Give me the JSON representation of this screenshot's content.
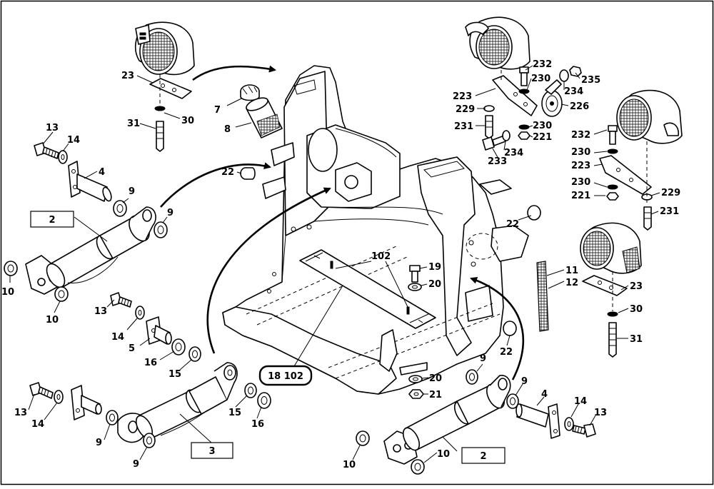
{
  "callouts": [
    {
      "id": "c23a",
      "text": "23"
    },
    {
      "id": "c30a",
      "text": "30"
    },
    {
      "id": "c31a",
      "text": "31"
    },
    {
      "id": "c7",
      "text": "7"
    },
    {
      "id": "c8",
      "text": "8"
    },
    {
      "id": "c22a",
      "text": "22"
    },
    {
      "id": "c13a",
      "text": "13"
    },
    {
      "id": "c14a",
      "text": "14"
    },
    {
      "id": "c4a",
      "text": "4"
    },
    {
      "id": "c9a",
      "text": "9"
    },
    {
      "id": "c9b",
      "text": "9"
    },
    {
      "id": "c10a",
      "text": "10"
    },
    {
      "id": "c10b",
      "text": "10"
    },
    {
      "id": "c13b",
      "text": "13"
    },
    {
      "id": "c14b",
      "text": "14"
    },
    {
      "id": "c5",
      "text": "5"
    },
    {
      "id": "c16a",
      "text": "16"
    },
    {
      "id": "c15a",
      "text": "15"
    },
    {
      "id": "c13c",
      "text": "13"
    },
    {
      "id": "c14c",
      "text": "14"
    },
    {
      "id": "c9c",
      "text": "9"
    },
    {
      "id": "c9d",
      "text": "9"
    },
    {
      "id": "c15b",
      "text": "15"
    },
    {
      "id": "c16b",
      "text": "16"
    },
    {
      "id": "c102",
      "text": "102"
    },
    {
      "id": "c19",
      "text": "19"
    },
    {
      "id": "c20a",
      "text": "20"
    },
    {
      "id": "c20b",
      "text": "20"
    },
    {
      "id": "c21",
      "text": "21"
    },
    {
      "id": "c22b",
      "text": "22"
    },
    {
      "id": "c22c",
      "text": "22"
    },
    {
      "id": "c11",
      "text": "11"
    },
    {
      "id": "c12",
      "text": "12"
    },
    {
      "id": "c9e",
      "text": "9"
    },
    {
      "id": "c9f",
      "text": "9"
    },
    {
      "id": "c4b",
      "text": "4"
    },
    {
      "id": "c14d",
      "text": "14"
    },
    {
      "id": "c13d",
      "text": "13"
    },
    {
      "id": "c10c",
      "text": "10"
    },
    {
      "id": "c10d",
      "text": "10"
    },
    {
      "id": "c223a",
      "text": "223"
    },
    {
      "id": "c229a",
      "text": "229"
    },
    {
      "id": "c231a",
      "text": "231"
    },
    {
      "id": "c233",
      "text": "233"
    },
    {
      "id": "c234a",
      "text": "234"
    },
    {
      "id": "c232a",
      "text": "232"
    },
    {
      "id": "c230a",
      "text": "230"
    },
    {
      "id": "c235",
      "text": "235"
    },
    {
      "id": "c234b",
      "text": "234"
    },
    {
      "id": "c226",
      "text": "226"
    },
    {
      "id": "c230b",
      "text": "230"
    },
    {
      "id": "c221a",
      "text": "221"
    },
    {
      "id": "c232b",
      "text": "232"
    },
    {
      "id": "c230c",
      "text": "230"
    },
    {
      "id": "c223b",
      "text": "223"
    },
    {
      "id": "c230d",
      "text": "230"
    },
    {
      "id": "c221b",
      "text": "221"
    },
    {
      "id": "c229b",
      "text": "229"
    },
    {
      "id": "c231b",
      "text": "231"
    },
    {
      "id": "c23b",
      "text": "23"
    },
    {
      "id": "c30b",
      "text": "30"
    },
    {
      "id": "c31b",
      "text": "31"
    }
  ],
  "boxed_labels": [
    {
      "id": "b2a",
      "text": "2"
    },
    {
      "id": "b3",
      "text": "3"
    },
    {
      "id": "b2b",
      "text": "2"
    },
    {
      "id": "b18102",
      "text": "18 102"
    }
  ]
}
